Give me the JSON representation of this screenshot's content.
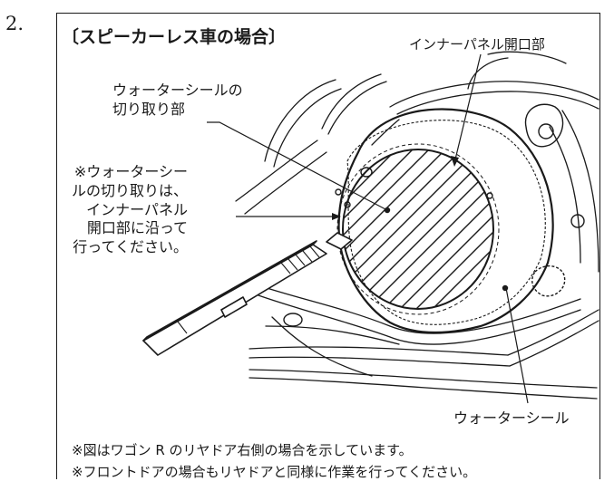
{
  "step": {
    "number": "2."
  },
  "heading": "〔スピーカーレス車の場合〕",
  "labels": {
    "inner_panel_opening": "インナーパネル開口部",
    "seal_cutout": [
      "ウォーターシールの",
      "切り取り部"
    ],
    "cut_note": [
      "※ウォーターシー",
      "ルの切り取りは、",
      "インナーパネル",
      "開口部に沿って",
      "行ってください。"
    ],
    "water_seal": "ウォーターシール"
  },
  "notes": [
    "※図はワゴン R のリヤドア右側の場合を示しています。",
    "※フロントドアの場合もリヤドアと同様に作業を行ってください。"
  ]
}
